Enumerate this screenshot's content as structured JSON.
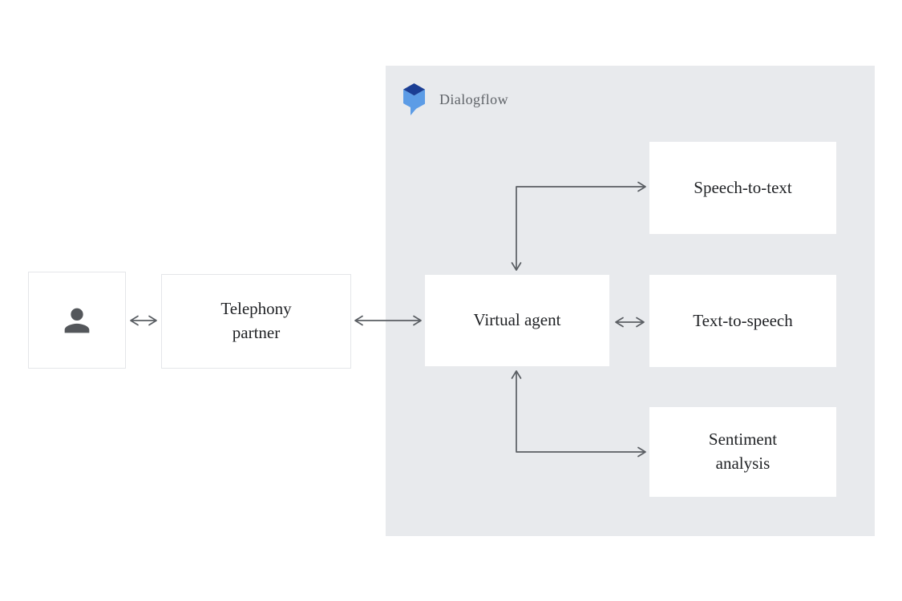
{
  "diagram": {
    "panel_label": "Dialogflow",
    "nodes": {
      "user": {
        "icon": "person-icon"
      },
      "telephony": {
        "label": "Telephony\npartner"
      },
      "virtual_agent": {
        "label": "Virtual agent"
      },
      "speech_to_text": {
        "label": "Speech-to-text"
      },
      "text_to_speech": {
        "label": "Text-to-speech"
      },
      "sentiment_analysis": {
        "label": "Sentiment\nanalysis"
      }
    },
    "connections": [
      {
        "from": "user",
        "to": "telephony",
        "type": "bidirectional"
      },
      {
        "from": "telephony",
        "to": "virtual_agent",
        "type": "bidirectional"
      },
      {
        "from": "virtual_agent",
        "to": "text_to_speech",
        "type": "bidirectional"
      },
      {
        "from": "virtual_agent",
        "to": "speech_to_text",
        "type": "bidirectional-elbow"
      },
      {
        "from": "virtual_agent",
        "to": "sentiment_analysis",
        "type": "bidirectional-elbow"
      }
    ],
    "colors": {
      "panel_bg": "#E8EAED",
      "node_bg": "#FFFFFF",
      "node_border": "#E4E6E9",
      "arrow": "#5A5E63",
      "text": "#1F2124",
      "panel_label_text": "#5F6368",
      "logo_top": "#1B3E94",
      "logo_body": "#5C9CE6",
      "person_icon": "#54575B"
    }
  }
}
